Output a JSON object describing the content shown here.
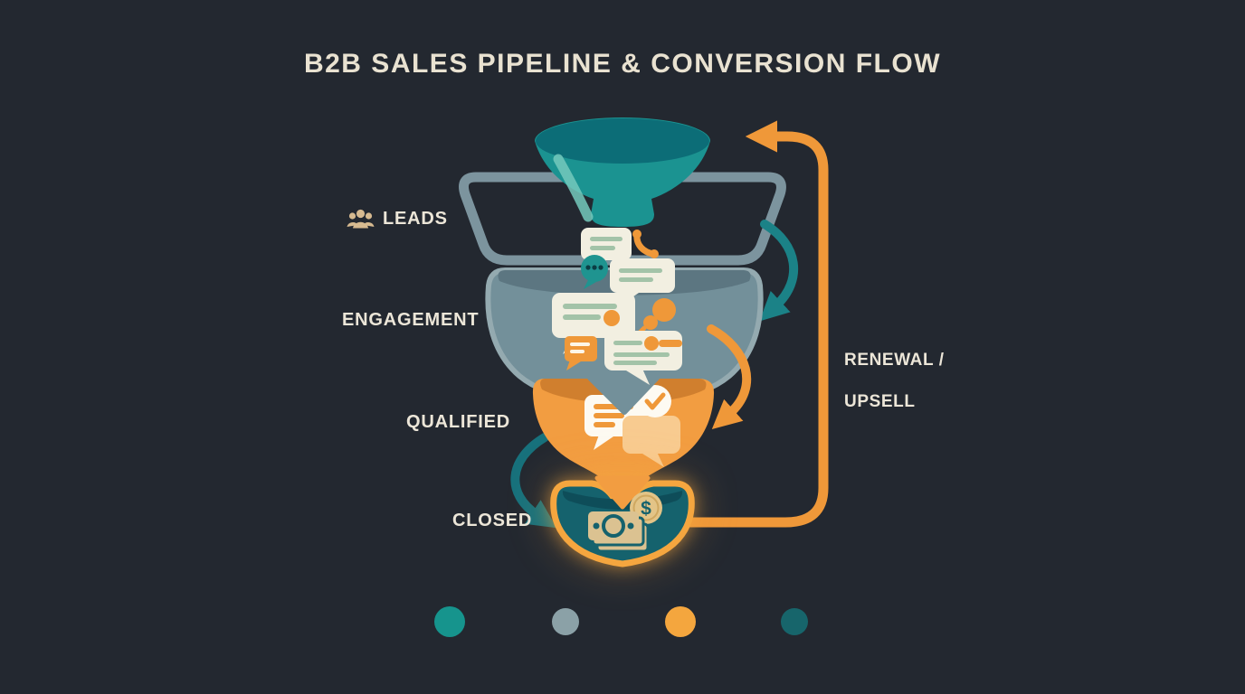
{
  "title": "B2B SALES PIPELINE & CONVERSION FLOW",
  "stages": [
    {
      "id": "leads",
      "label": "LEADS"
    },
    {
      "id": "engagement",
      "label": "ENGAGEMENT"
    },
    {
      "id": "qualified",
      "label": "QUALIFIED"
    },
    {
      "id": "closed",
      "label": "CLOSED"
    }
  ],
  "loop": {
    "label_line1": "RENEWAL /",
    "label_line2": "UPSELL"
  },
  "icons": {
    "leads_icon": "people-group",
    "dollar_symbol": "$"
  },
  "colors": {
    "background": "#232830",
    "title_text": "#e9e2d1",
    "label_text": "#ece6d8",
    "funnel_teal": "#1b9391",
    "funnel_mouth_dark": "#0c6d77",
    "funnel_highlight": "#74c9bc",
    "leads_outline": "#7c949e",
    "engagement_fill": "#73909a",
    "engagement_border": "#94aab0",
    "engagement_lip": "#5c7681",
    "qualified_fill": "#f29d41",
    "qualified_lip": "#d07f2e",
    "closed_fill": "#15626d",
    "closed_lip": "#0e4d59",
    "closed_border_orange": "#f5a63f",
    "loop_orange": "#ef9839",
    "teal_arrow": "#1b8287",
    "teal_arrow_dark": "#17717c",
    "bubble_cream": "#f2efe1",
    "bubble_line_green": "#a3c3a8",
    "money_tan": "#dbc291",
    "people_icon_tan": "#d6ba90"
  },
  "timeline": {
    "dots": [
      {
        "color": "#16948d"
      },
      {
        "color": "#8ba1a7"
      },
      {
        "color": "#f4a63e"
      },
      {
        "color": "#17656b"
      }
    ]
  }
}
